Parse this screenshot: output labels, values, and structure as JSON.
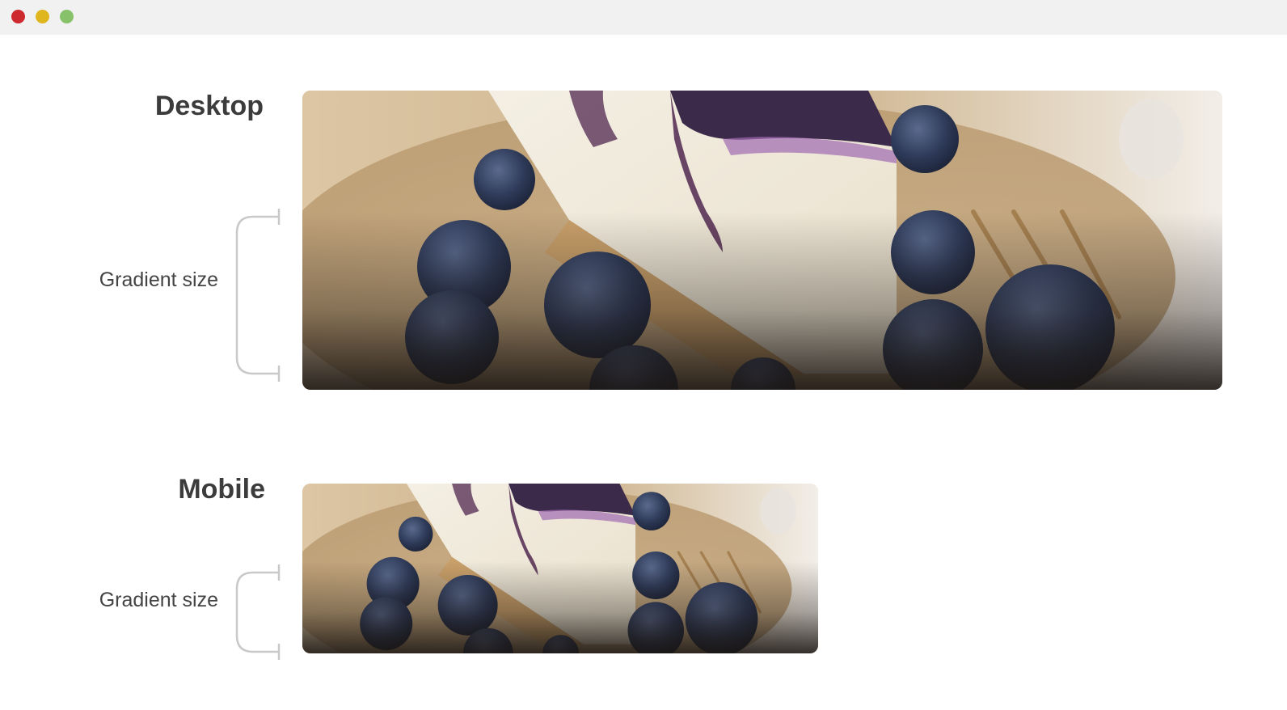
{
  "window": {
    "controls": [
      {
        "name": "close",
        "color": "#cc2a2f"
      },
      {
        "name": "minimize",
        "color": "#e0b61f"
      },
      {
        "name": "maximize",
        "color": "#87c26a"
      }
    ]
  },
  "sections": {
    "desktop": {
      "title": "Desktop",
      "gradient_label": "Gradient size",
      "image": "blueberry-cheesecake-photo"
    },
    "mobile": {
      "title": "Mobile",
      "gradient_label": "Gradient size",
      "image": "blueberry-cheesecake-photo"
    }
  },
  "colors": {
    "bracket": "#c9c9c9",
    "gradient_bottom": "#1a1512"
  }
}
